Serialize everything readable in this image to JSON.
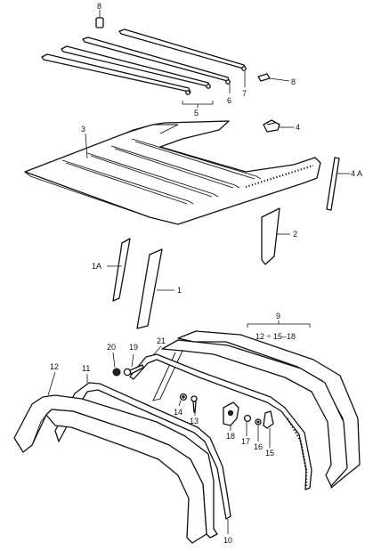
{
  "callouts": {
    "c8_top": "8",
    "c7": "7",
    "c6": "6",
    "c8_right": "8",
    "c5": "5",
    "c3": "3",
    "c4": "4",
    "c4A": "4 A",
    "c2": "2",
    "c1A": "1A",
    "c1": "1",
    "c9": "9",
    "c9_range": "12 ÷ 15–18",
    "c21": "21",
    "c20": "20",
    "c19": "19",
    "c12": "12",
    "c11": "11",
    "c14": "14",
    "c13": "13",
    "c18": "18",
    "c17": "17",
    "c16": "16",
    "c15": "15",
    "c10": "10"
  }
}
